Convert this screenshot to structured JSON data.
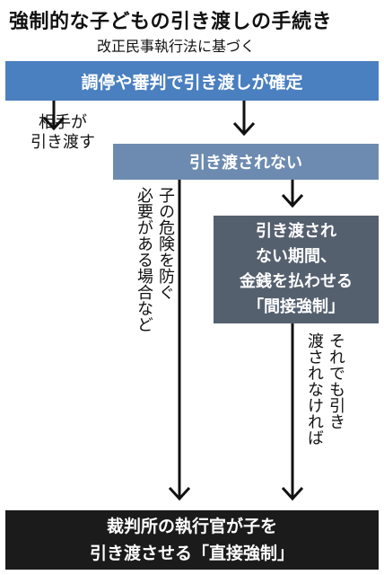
{
  "title": "強制的な子どもの引き渡しの手続き",
  "subtitle": "改正民事執行法に基づく",
  "nodes": {
    "confirmed": "調停や審判で引き渡しが確定",
    "handed_over": [
      "相手が",
      "引き渡す"
    ],
    "not_handed": "引き渡されない",
    "indirect": [
      "引き渡され",
      "ない期間、",
      "金銭を払わせる",
      "「間接強制」"
    ],
    "direct": [
      "裁判所の執行官が子を",
      "引き渡させる「直接強制」"
    ]
  },
  "edge_labels": {
    "danger": [
      "子の危険を防ぐ",
      "必要がある場合など"
    ],
    "still": [
      "それでも引き",
      "渡されなければ"
    ]
  }
}
